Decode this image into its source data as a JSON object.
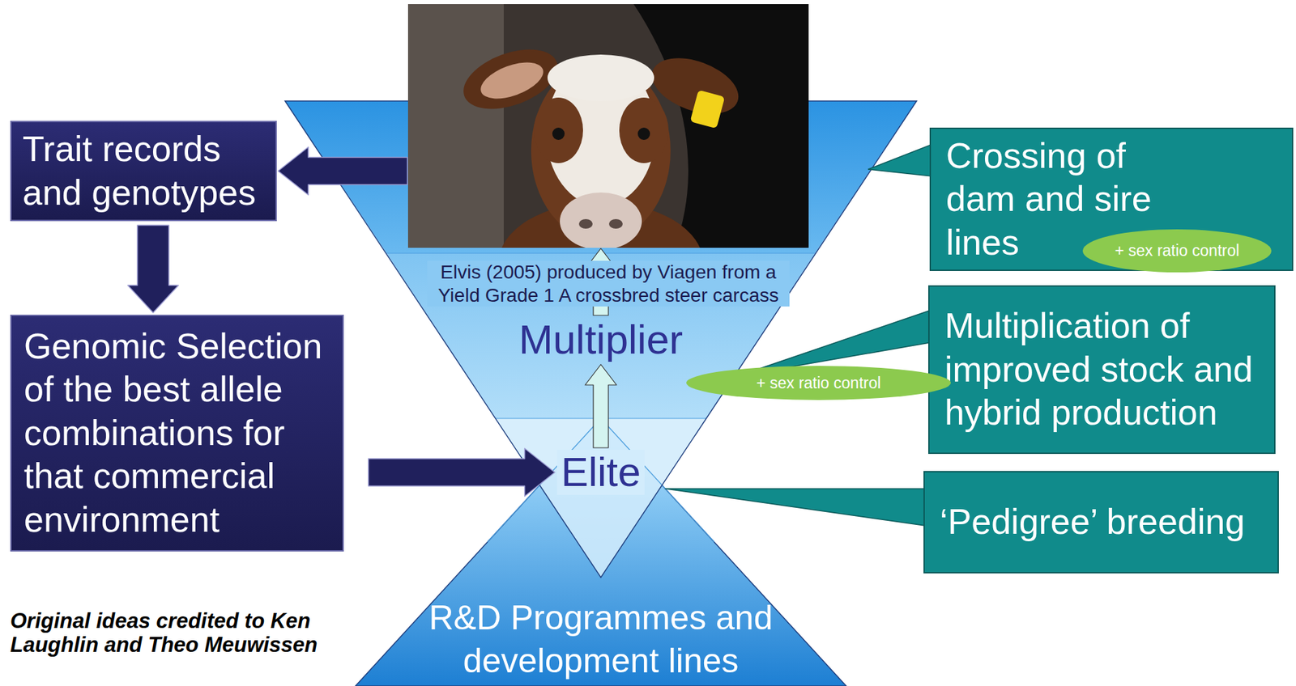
{
  "diagram": {
    "nodes": [
      {
        "text": [
          "Trait records and genotypes"
        ]
      },
      {
        "text": [
          "Genomic Selection of the best allele combinations for that commercial environment"
        ]
      },
      {
        "text": [
          "Elvis (2005) produced by Viagen from a Yield Grade 1 A crossbred steer carcass"
        ]
      },
      {
        "text": [
          "Multiplier"
        ]
      },
      {
        "text": [
          "Elite"
        ]
      },
      {
        "text": [
          "R&D Programmes and development lines"
        ]
      },
      {
        "text": [
          "Crossing of dam and sire lines"
        ]
      },
      {
        "text": [
          "+ sex ratio control"
        ]
      },
      {
        "text": [
          "Multiplication of improved stock and hybrid production"
        ]
      },
      {
        "text": [
          "+ sex ratio control"
        ]
      },
      {
        "text": [
          "‘Pedigree’ breeding"
        ]
      }
    ],
    "edges": [
      {
        "from": 2,
        "to": 0,
        "arrow": "to"
      },
      {
        "from": 0,
        "to": 1,
        "arrow": "to"
      },
      {
        "from": 1,
        "to": 4,
        "arrow": "to"
      },
      {
        "from": 4,
        "to": 3,
        "arrow": "to"
      },
      {
        "from": 3,
        "to": 2,
        "arrow": "to"
      },
      {
        "from": 8,
        "to": 3,
        "arrow": "none"
      },
      {
        "from": 10,
        "to": 4,
        "arrow": "none"
      }
    ],
    "labels": [
      "Original ideas credited to Ken Laughlin and Theo Meuwissen"
    ]
  }
}
